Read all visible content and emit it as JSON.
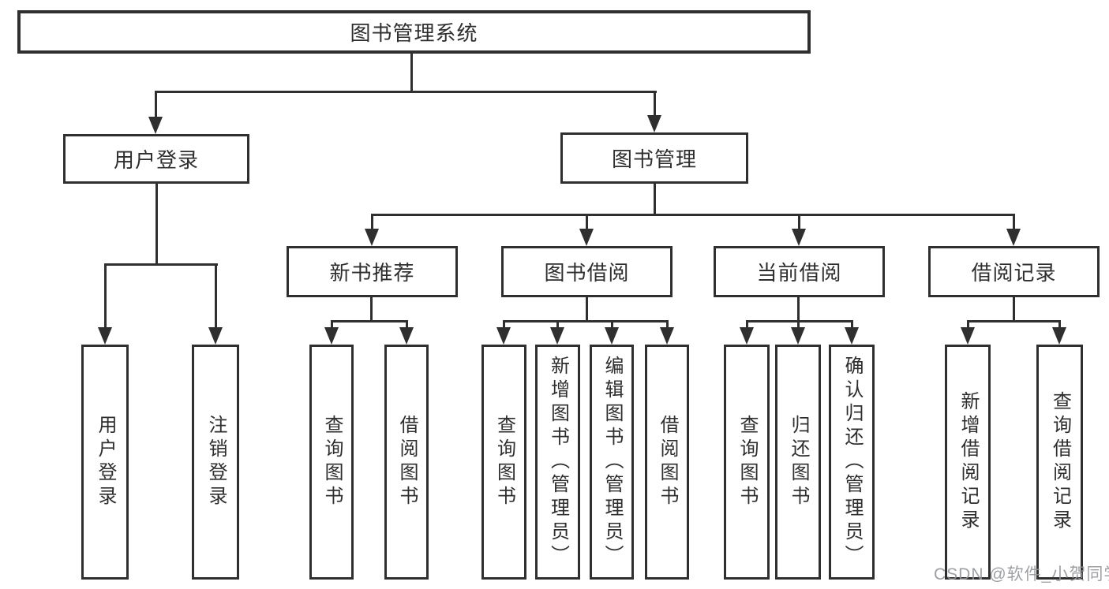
{
  "diagram": {
    "title": "图书管理系统",
    "colors": {
      "line": "#2f2f2f",
      "text": "#2e2e2e",
      "background": "#ffffff",
      "watermark": "#949699"
    },
    "tree": {
      "root": {
        "label": "图书管理系统"
      },
      "level2": [
        {
          "label": "用户登录"
        },
        {
          "label": "图书管理"
        }
      ],
      "level3": [
        {
          "label": "新书推荐"
        },
        {
          "label": "图书借阅"
        },
        {
          "label": "当前借阅"
        },
        {
          "label": "借阅记录"
        }
      ],
      "leaves": {
        "user_login": [
          "用户登录",
          "注销登录"
        ],
        "new_books": [
          "查询图书",
          "借阅图书"
        ],
        "book_borrow": [
          "查询图书",
          "新增图书（管理员）",
          "编辑图书（管理员）",
          "借阅图书"
        ],
        "current_borrow": [
          "查询图书",
          "归还图书",
          "确认归还（管理员）"
        ],
        "borrow_records": [
          "新增借阅记录",
          "查询借阅记录"
        ]
      }
    },
    "watermark": {
      "text": "CSDN @软件_小贺同学"
    }
  }
}
